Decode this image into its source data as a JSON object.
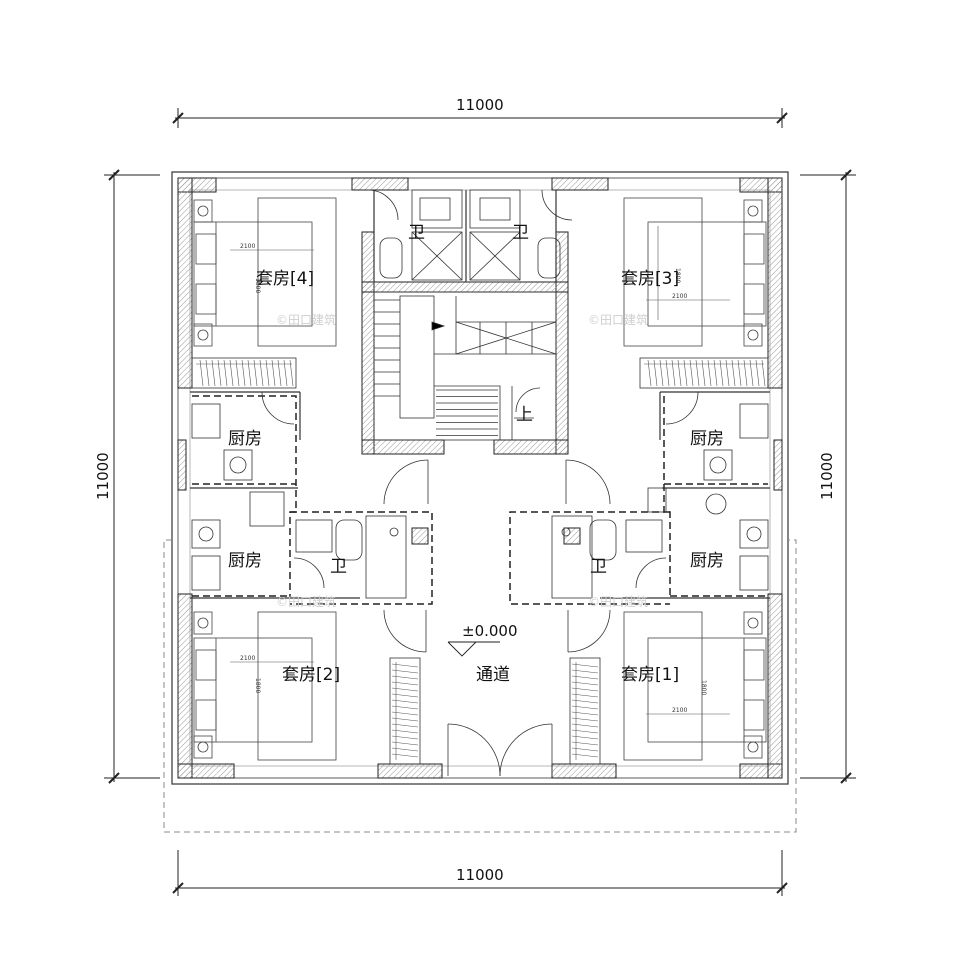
{
  "dimensions": {
    "top": "11000",
    "bottom": "11000",
    "left": "11000",
    "right": "11000"
  },
  "rooms": {
    "suite4": "套房[4]",
    "suite3": "套房[3]",
    "suite2": "套房[2]",
    "suite1": "套房[1]",
    "bath_top_left": "卫",
    "bath_top_right": "卫",
    "bath_mid_left": "卫",
    "bath_mid_right": "卫",
    "kitchen_ul": "厨房",
    "kitchen_ur": "厨房",
    "kitchen_ll": "厨房",
    "kitchen_lr": "厨房",
    "corridor": "通道",
    "stair_up": "上"
  },
  "elevation": "±0.000",
  "bed_dims": {
    "w": "2100",
    "h": "1800"
  },
  "watermark": "©田口建筑"
}
